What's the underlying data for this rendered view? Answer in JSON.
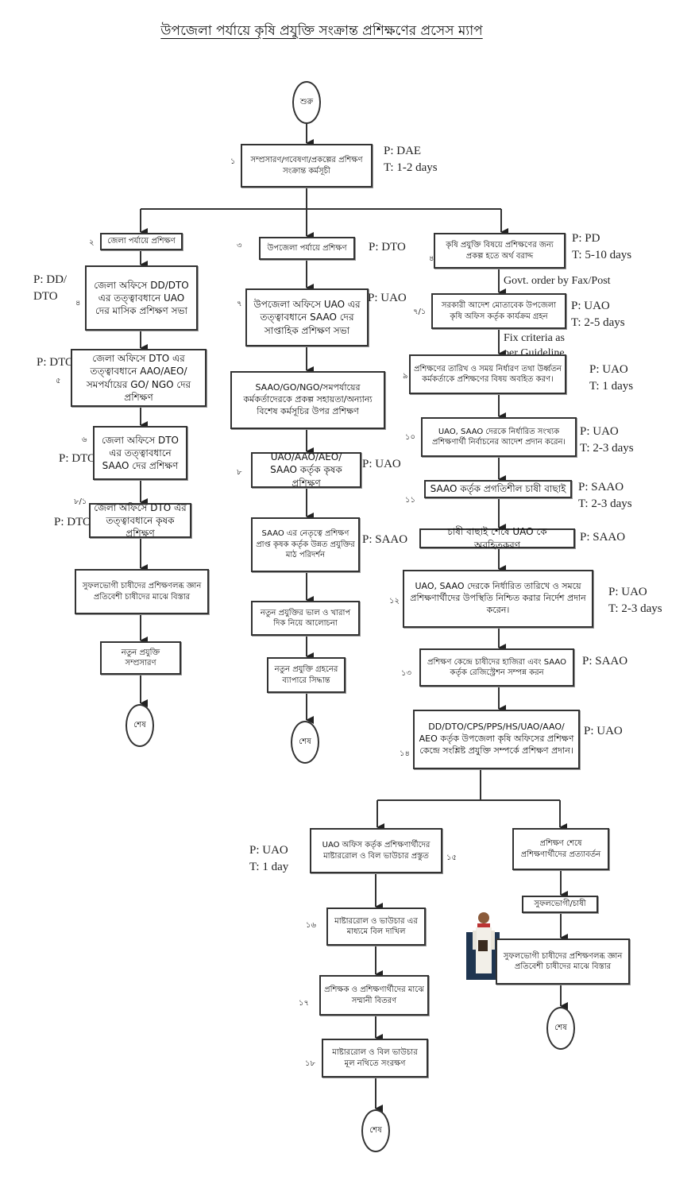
{
  "title": "উপজেলা পর্যায়ে কৃষি প্রযুক্তি সংক্রান্ত প্রশিক্ষণের প্রসেস ম্যাপ",
  "start": {
    "label": "শুরু"
  },
  "end_label": "শেষ",
  "nodes": {
    "n1": {
      "num": "১",
      "text": "সম্প্রসারণ/গবেষণা/প্রকল্পের প্রশিক্ষণ সংক্রান্ত কর্মসূচী",
      "ann": "P: DAE\nT: 1-2 days"
    },
    "n2": {
      "num": "২",
      "text": "জেলা পর্যায়ে প্রশিক্ষণ"
    },
    "n4": {
      "num": "৪",
      "text": "জেলা অফিসে DD/DTO এর তত্ত্বাবধানে UAO দের মাসিক প্রশিক্ষণ সভা",
      "ann": "P: DD/\nDTO"
    },
    "n5": {
      "num": "৫",
      "text": "জেলা অফিসে DTO এর তত্ত্বাবধানে AAO/AEO/সমপর্যায়ের GO/ NGO দের প্রশিক্ষণ",
      "ann": "P: DTO"
    },
    "n6": {
      "num": "৬",
      "text": "জেলা অফিসে DTO এর তত্ত্বাবধানে SAAO দের প্রশিক্ষণ",
      "ann": "P: DTO"
    },
    "n6a": {
      "num": "৮/১",
      "text": "জেলা অফিসে DTO এর তত্ত্বাবধানে কৃষক প্রশিক্ষণ",
      "ann": "P: DTO"
    },
    "l_spread": {
      "text": "সুফলভোগী চাষীদের প্রশিক্ষণলব্ধ জ্ঞান প্রতিবেশী চাষীদের মাঝে বিস্তার"
    },
    "l_ext": {
      "text": "নতুন প্রযুক্তি সম্প্রসারণ"
    },
    "n3": {
      "num": "৩",
      "text": "উপজেলা পর্যায়ে প্রশিক্ষণ",
      "ann": "P: DTO"
    },
    "n7": {
      "num": "৭",
      "text": "উপজেলা অফিসে UAO এর তত্ত্বাবধানে SAAO দের সাপ্তাহিক প্রশিক্ষণ সভা",
      "ann": "P: UAO"
    },
    "m_spec": {
      "text": "SAAO/GO/NGO/সমপর্যায়ের কর্মকর্তাদেরকে প্রকল্প সহায়তা/অন্যান্য বিশেষ কর্মসূচির উপর প্রশিক্ষণ"
    },
    "n8": {
      "num": "৮",
      "text": "UAO/AAO/AEO/ SAAO কর্তৃক কৃষক প্রশিক্ষণ",
      "ann": "P: UAO"
    },
    "m_visit": {
      "text": "SAAO এর নেতৃত্বে প্রশিক্ষণ প্রাপ্ত কৃষক কর্তৃক উন্নত প্রযুক্তির মাঠ পরিদর্শন",
      "ann": "P: SAAO"
    },
    "m_disc": {
      "text": "নতুন প্রযুক্তির ভাল ও খারাপ দিক নিয়ে আলোচনা"
    },
    "m_dec": {
      "text": "নতুন প্রযুক্তি গ্রহনের ব্যাপারে সিদ্ধান্ত"
    },
    "r_fund": {
      "num": "৪",
      "text": "কৃষি প্রযুক্তি বিষয়ে প্রশিক্ষণের জন্য প্রকল্প হতে অর্থ বরাদ্দ",
      "ann": "P: PD\nT: 5-10 days"
    },
    "r_order": {
      "num": "৭/১",
      "text": "সরকারী আদেশ মোতাবেক উপজেলা কৃষি অফিস কর্তৃক কার্যক্রম গ্রহন",
      "ann": "P: UAO\nT: 2-5 days"
    },
    "n9": {
      "num": "৯",
      "text": "প্রশিক্ষণের তারিখ ও সময় নির্ধারণ তথা উর্ধ্বতন কর্মকর্তাকে প্রশিক্ষণের বিষয় অবহিত করণ।",
      "ann": "P: UAO\nT: 1 days"
    },
    "n10": {
      "num": "১০",
      "text": "UAO, SAAO দেরকে নির্ধারিত সংখ্যক প্রশিক্ষণার্থী নির্বাচনের আদেশ প্রদান করেন।",
      "ann": "P: UAO\nT: 2-3 days"
    },
    "n11": {
      "num": "১১",
      "text": "SAAO কর্তৃক প্রগতিশীল চাষী বাছাই",
      "ann": "P: SAAO\nT: 2-3 days"
    },
    "r_inform": {
      "text": "চাষী বাছাই শেষে UAO কে অবহিতকরণ",
      "ann": "P: SAAO"
    },
    "n12": {
      "num": "১২",
      "text": "UAO, SAAO দেরকে নির্ধারিত তারিখে ও সময়ে প্রশিক্ষণার্থীদের উপস্থিতি নিশ্চিত করার নির্দেশ প্রদান করেন।",
      "ann": "P: UAO\nT: 2-3 days"
    },
    "n13": {
      "num": "১৩",
      "text": "প্রশিক্ষণ কেন্দ্রে চাষীদের হাজিরা এবং SAAO কর্তৃক রেজিস্ট্রেশন সম্পন্ন করন",
      "ann": "P: SAAO"
    },
    "n14": {
      "num": "১৪",
      "text": "DD/DTO/CPS/PPS/HS/UAO/AAO/ AEO কর্তৃক উপজেলা কৃষি অফিসের প্রশিক্ষণ কেন্দ্রে সংশ্লিষ্ট প্রযুক্তি সম্পর্কে প্রশিক্ষণ প্রদান।",
      "ann": "P: UAO"
    },
    "n15": {
      "num": "১৫",
      "text": "UAO অফিস কর্তৃক প্রশিক্ষণার্থীদের মাষ্টাররোল ও বিল ভাউচার প্রস্তুত",
      "ann": "P: UAO\nT: 1 day"
    },
    "n16": {
      "num": "১৬",
      "text": "মাষ্টাররোল ও ভাউচার এর মাধ্যমে বিল দাখিল"
    },
    "n17": {
      "num": "১৭",
      "text": "প্রশিক্ষক ও প্রশিক্ষণার্থীদের মাঝে সম্মানী বিতরণ"
    },
    "n18": {
      "num": "১৮",
      "text": "মাষ্টাররোল ও বিল ভাউচার মূল নথিতে সংরক্ষণ"
    },
    "b_return": {
      "text": "প্রশিক্ষণ শেষে প্রশিক্ষণার্থীদের প্রত্যাবর্তন"
    },
    "b_benef": {
      "text": "সুফলভোগী/চাষী"
    },
    "b_spread": {
      "text": "সুফলভোগী চাষীদের প্রশিক্ষণলব্ধ জ্ঞান প্রতিবেশী চাষীদের মাঝে বিস্তার"
    }
  },
  "edge_notes": {
    "govt_order": "Govt. order by Fax/Post",
    "fix_criteria": "Fix criteria as per Guideline"
  },
  "colors": {
    "line": "#333333",
    "figure_bg": "#1f3550"
  }
}
